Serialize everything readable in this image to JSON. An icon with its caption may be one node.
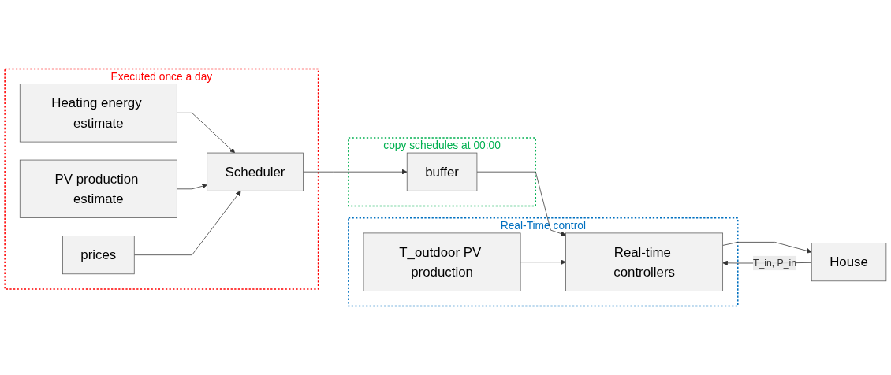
{
  "diagram": {
    "nodes": [
      {
        "text": [
          "Executed once a day"
        ]
      },
      {
        "text": [
          "Heating energy estimate"
        ],
        "in": 0
      },
      {
        "text": [
          "PV production estimate"
        ],
        "in": 0
      },
      {
        "text": [
          "prices"
        ],
        "in": 0
      },
      {
        "text": [
          "Scheduler"
        ],
        "in": 0
      },
      {
        "text": [
          "copy schedules at 00:00"
        ]
      },
      {
        "text": [
          "buffer"
        ],
        "in": 5
      },
      {
        "text": [
          "Real-Time control"
        ]
      },
      {
        "text": [
          "T_outdoor PV production"
        ],
        "in": 7
      },
      {
        "text": [
          "Real-time controllers"
        ],
        "in": 7
      },
      {
        "text": [
          "House"
        ]
      }
    ],
    "edges": [
      {
        "from": 1,
        "to": 4,
        "arrow": "to"
      },
      {
        "from": 2,
        "to": 4,
        "arrow": "to"
      },
      {
        "from": 3,
        "to": 4,
        "arrow": "to"
      },
      {
        "from": 4,
        "to": 6,
        "arrow": "to"
      },
      {
        "from": 6,
        "to": 9,
        "arrow": "to"
      },
      {
        "from": 8,
        "to": 9,
        "arrow": "to"
      },
      {
        "from": 9,
        "to": 10,
        "arrow": "to"
      },
      {
        "from": 10,
        "to": 9,
        "label": "T_in, P_in",
        "arrow": "to"
      }
    ]
  }
}
